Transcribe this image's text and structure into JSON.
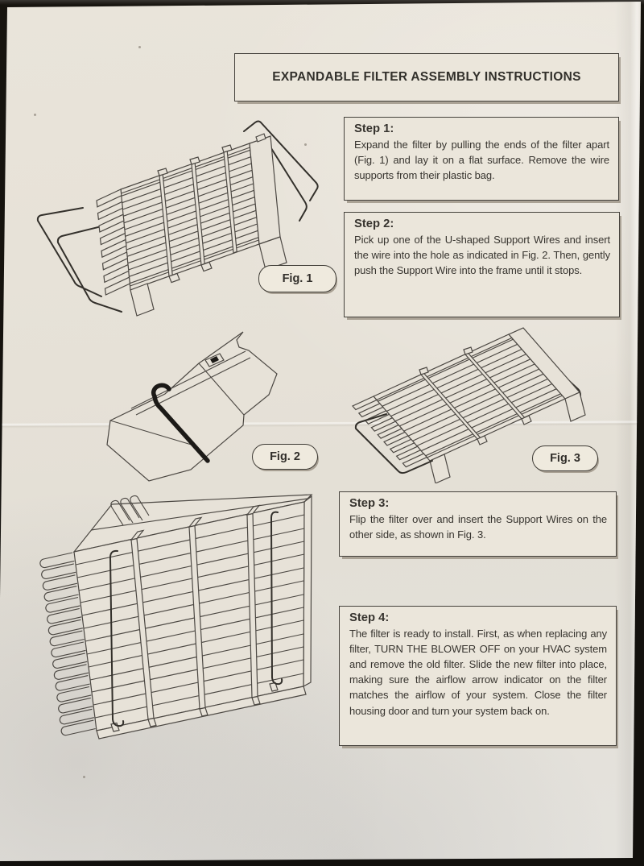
{
  "photo": {
    "background_color": "#14110e",
    "paper_color": "#e6e1d7",
    "ink_color": "#3a3733",
    "box_shadow_color": "#aaa295"
  },
  "document": {
    "title": "EXPANDABLE FILTER ASSEMBLY INSTRUCTIONS",
    "steps": [
      {
        "label": "Step 1:",
        "text": "Expand the filter by pulling the ends of the filter apart (Fig. 1) and lay it on a flat surface. Remove the wire supports from their plastic bag."
      },
      {
        "label": "Step 2:",
        "text": "Pick up one of the U-shaped Support Wires and insert the wire into the hole as indicated in Fig. 2. Then, gently push the Support Wire into the frame until it stops."
      },
      {
        "label": "Step 3:",
        "text": "Flip the filter over and insert the Support Wires on the other side, as shown in Fig. 3."
      },
      {
        "label": "Step 4:",
        "text": "The filter is ready to install. First, as when replacing any filter, TURN THE BLOWER OFF on your HVAC system and remove the old filter. Slide the new filter into place, making sure the airflow arrow indicator on the filter matches the airflow of your system. Close the filter housing door and turn your system back on."
      }
    ],
    "figures": [
      {
        "label": "Fig. 1",
        "illustration": "expanded-pleated-filter-with-four-u-shaped-support-wires"
      },
      {
        "label": "Fig. 2",
        "illustration": "support-wire-hook-inserted-into-frame-hole"
      },
      {
        "label": "Fig. 3",
        "illustration": "filter-with-support-wires-installed-on-one-side"
      },
      {
        "label": "",
        "illustration": "upright-filter-with-support-wires-on-other-side"
      }
    ]
  }
}
